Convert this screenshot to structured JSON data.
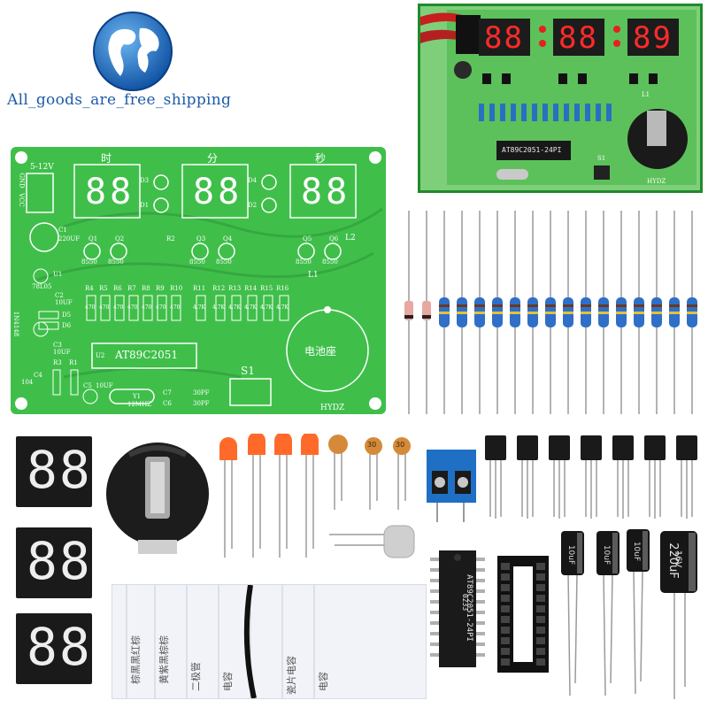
{
  "brand": {
    "tagline": "All_goods_are_free_shipping"
  },
  "pcb": {
    "hour_label": "时",
    "minute_label": "分",
    "second_label": "秒",
    "voltage_label": "5-12V",
    "gnd_label": "GND",
    "vcc_label": "VCC",
    "c1_label": "C1",
    "c1_value": "220UF",
    "u1_label": "U1",
    "u1_value": "78L05",
    "c2_label": "C2",
    "c2_value": "10UF",
    "diode_label": "1N4148",
    "d5_label": "D5",
    "d6_label": "D6",
    "c3_label": "C3",
    "c3_value": "10UF",
    "r3_label": "R3",
    "r1_label": "R1",
    "c4_label": "C4",
    "c4_value": "104",
    "c5_label": "C5",
    "c5_value": "10UF",
    "u2_label": "U2",
    "mcu_label": "AT89C2051",
    "y1_label": "Y1",
    "y1_value": "12MHZ",
    "c7_label": "C7",
    "c7_value": "30PF",
    "c6_label": "C6",
    "c6_value": "30PF",
    "s1_label": "S1",
    "battery_label": "电池座",
    "brand_label": "HYDZ",
    "l1_label": "L1",
    "l2_label": "L2",
    "d1_label": "D1",
    "d2_label": "D2",
    "d3_label": "D3",
    "d4_label": "D4",
    "r2_label": "R2",
    "transistors": [
      {
        "label": "Q1",
        "type": "8550"
      },
      {
        "label": "Q2",
        "type": "8550"
      },
      {
        "label": "Q3",
        "type": "8550"
      },
      {
        "label": "Q4",
        "type": "8550"
      },
      {
        "label": "Q5",
        "type": "8550"
      },
      {
        "label": "Q6",
        "type": "8550"
      }
    ],
    "resistors": [
      "R4",
      "R5",
      "R6",
      "R7",
      "R8",
      "R9",
      "R10",
      "R11",
      "R12",
      "R13",
      "R14",
      "R15",
      "R16"
    ],
    "resistor_values": [
      "470",
      "470",
      "470",
      "470",
      "470",
      "470",
      "470",
      "4.7K",
      "4.7K",
      "4.7K",
      "4.7K",
      "4.7K",
      "4.7K"
    ]
  },
  "photo": {
    "display_hours": "88",
    "display_minutes": "88",
    "display_seconds": "89",
    "chip_label": "AT89C2051-24PI",
    "brand_label": "HYDZ",
    "s1_label": "S1",
    "l1_label": "L1"
  },
  "parts": {
    "display_digits": "88",
    "led_count": 4,
    "ceramic_cap_values": [
      "",
      "30",
      "30"
    ],
    "chip_label": "AT89C2051-24PI",
    "chip_code": "0233",
    "transistor_count": 7,
    "electrolytic_values": [
      "10uF",
      "10uF",
      "10uF",
      "220uF"
    ],
    "electrolytic_voltage": "16V",
    "strip_text": [
      "棕黑黑红棕",
      "黄紫黑棕棕",
      "二极管",
      "电容",
      "瓷片电容",
      "电容"
    ]
  },
  "colors": {
    "pcb_green": "#3fbf4a",
    "silk": "#ffffff",
    "display_red": "#e52020",
    "led_orange": "#ff6a2a",
    "terminal_blue": "#1f6fc4"
  }
}
